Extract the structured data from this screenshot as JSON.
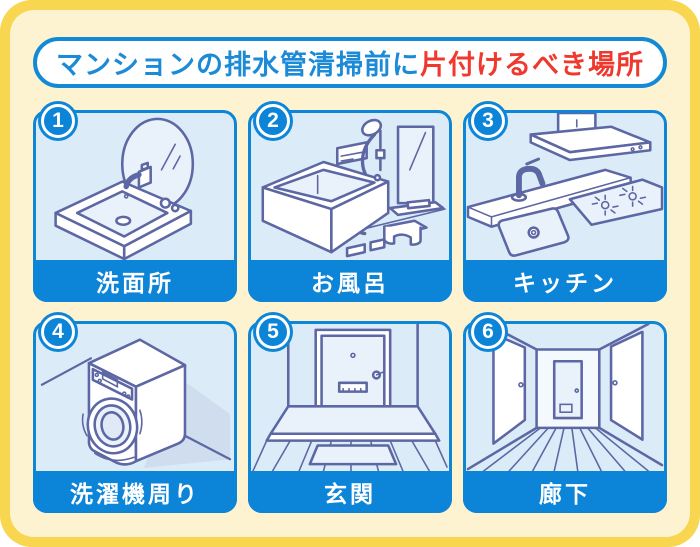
{
  "page": {
    "colors": {
      "frame_yellow": "#f8d64f",
      "background_cream": "#fdf3d0",
      "accent_blue": "#0e86d8",
      "panel_bg": "#dcebf8",
      "title_blue": "#1b8bd8",
      "title_red": "#ef392e",
      "illustration_line": "#5c67a3"
    },
    "title": {
      "part1": "マンションの排水管清掃前に",
      "part2": "片付けるべき場所"
    }
  },
  "panels": [
    {
      "number": "1",
      "label": "洗面所",
      "icon": "bathroom-sink-illustration"
    },
    {
      "number": "2",
      "label": "お風呂",
      "icon": "bathtub-illustration"
    },
    {
      "number": "3",
      "label": "キッチン",
      "icon": "kitchen-illustration"
    },
    {
      "number": "4",
      "label": "洗濯機周り",
      "icon": "washing-machine-illustration"
    },
    {
      "number": "5",
      "label": "玄関",
      "icon": "entrance-illustration"
    },
    {
      "number": "6",
      "label": "廊下",
      "icon": "hallway-illustration"
    }
  ]
}
